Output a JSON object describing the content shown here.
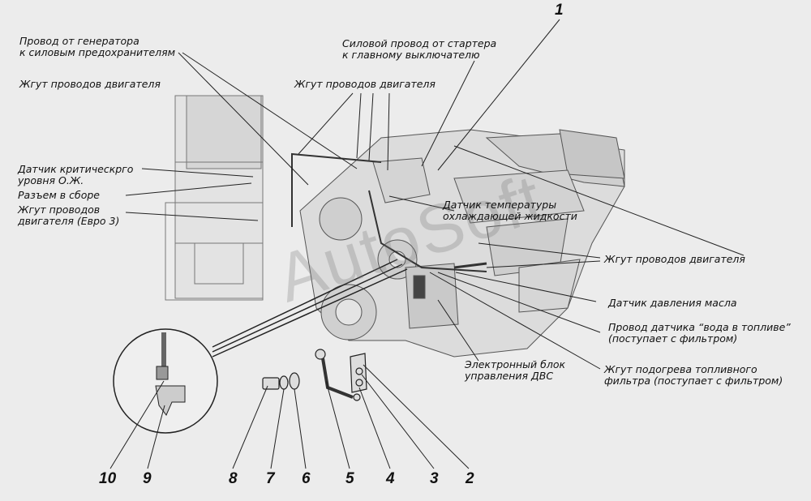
{
  "labels": {
    "gen_wire": "Провод от генератора\nк силовым предохранителям",
    "starter_wire": "Силовой провод от стартера\nк главному выключателю",
    "harness_left": "Жгут проводов двигателя",
    "harness_top": "Жгут проводов двигателя",
    "coolant_level_sensor": "Датчик критическрго\nуровня О.Ж.",
    "connector_assembly": "Разъем в сборе",
    "harness_euro3": "Жгут проводов\nдвигателя (Евро 3)",
    "coolant_temp_sensor": "Датчик температуры\nохлаждающей жидкости",
    "harness_right": "Жгут проводов двигателя",
    "oil_pressure_sensor": "Датчик давления масла",
    "water_in_fuel_wire": "Провод датчика “вода в топливе”\n(поступает с фильтром)",
    "ecu": "Электронный блок\nуправления ДВС",
    "fuel_filter_heater": "Жгут подогрева топливного\nфильтра (поступает с фильтром)"
  },
  "callouts": {
    "n1": "1",
    "n2": "2",
    "n3": "3",
    "n4": "4",
    "n5": "5",
    "n6": "6",
    "n7": "7",
    "n8": "8",
    "n9": "9",
    "n10": "10"
  },
  "watermark": "AutoSoft",
  "colors": {
    "background": "#ececec",
    "ink": "#111111",
    "engine_fill": "#dcdcdc"
  }
}
